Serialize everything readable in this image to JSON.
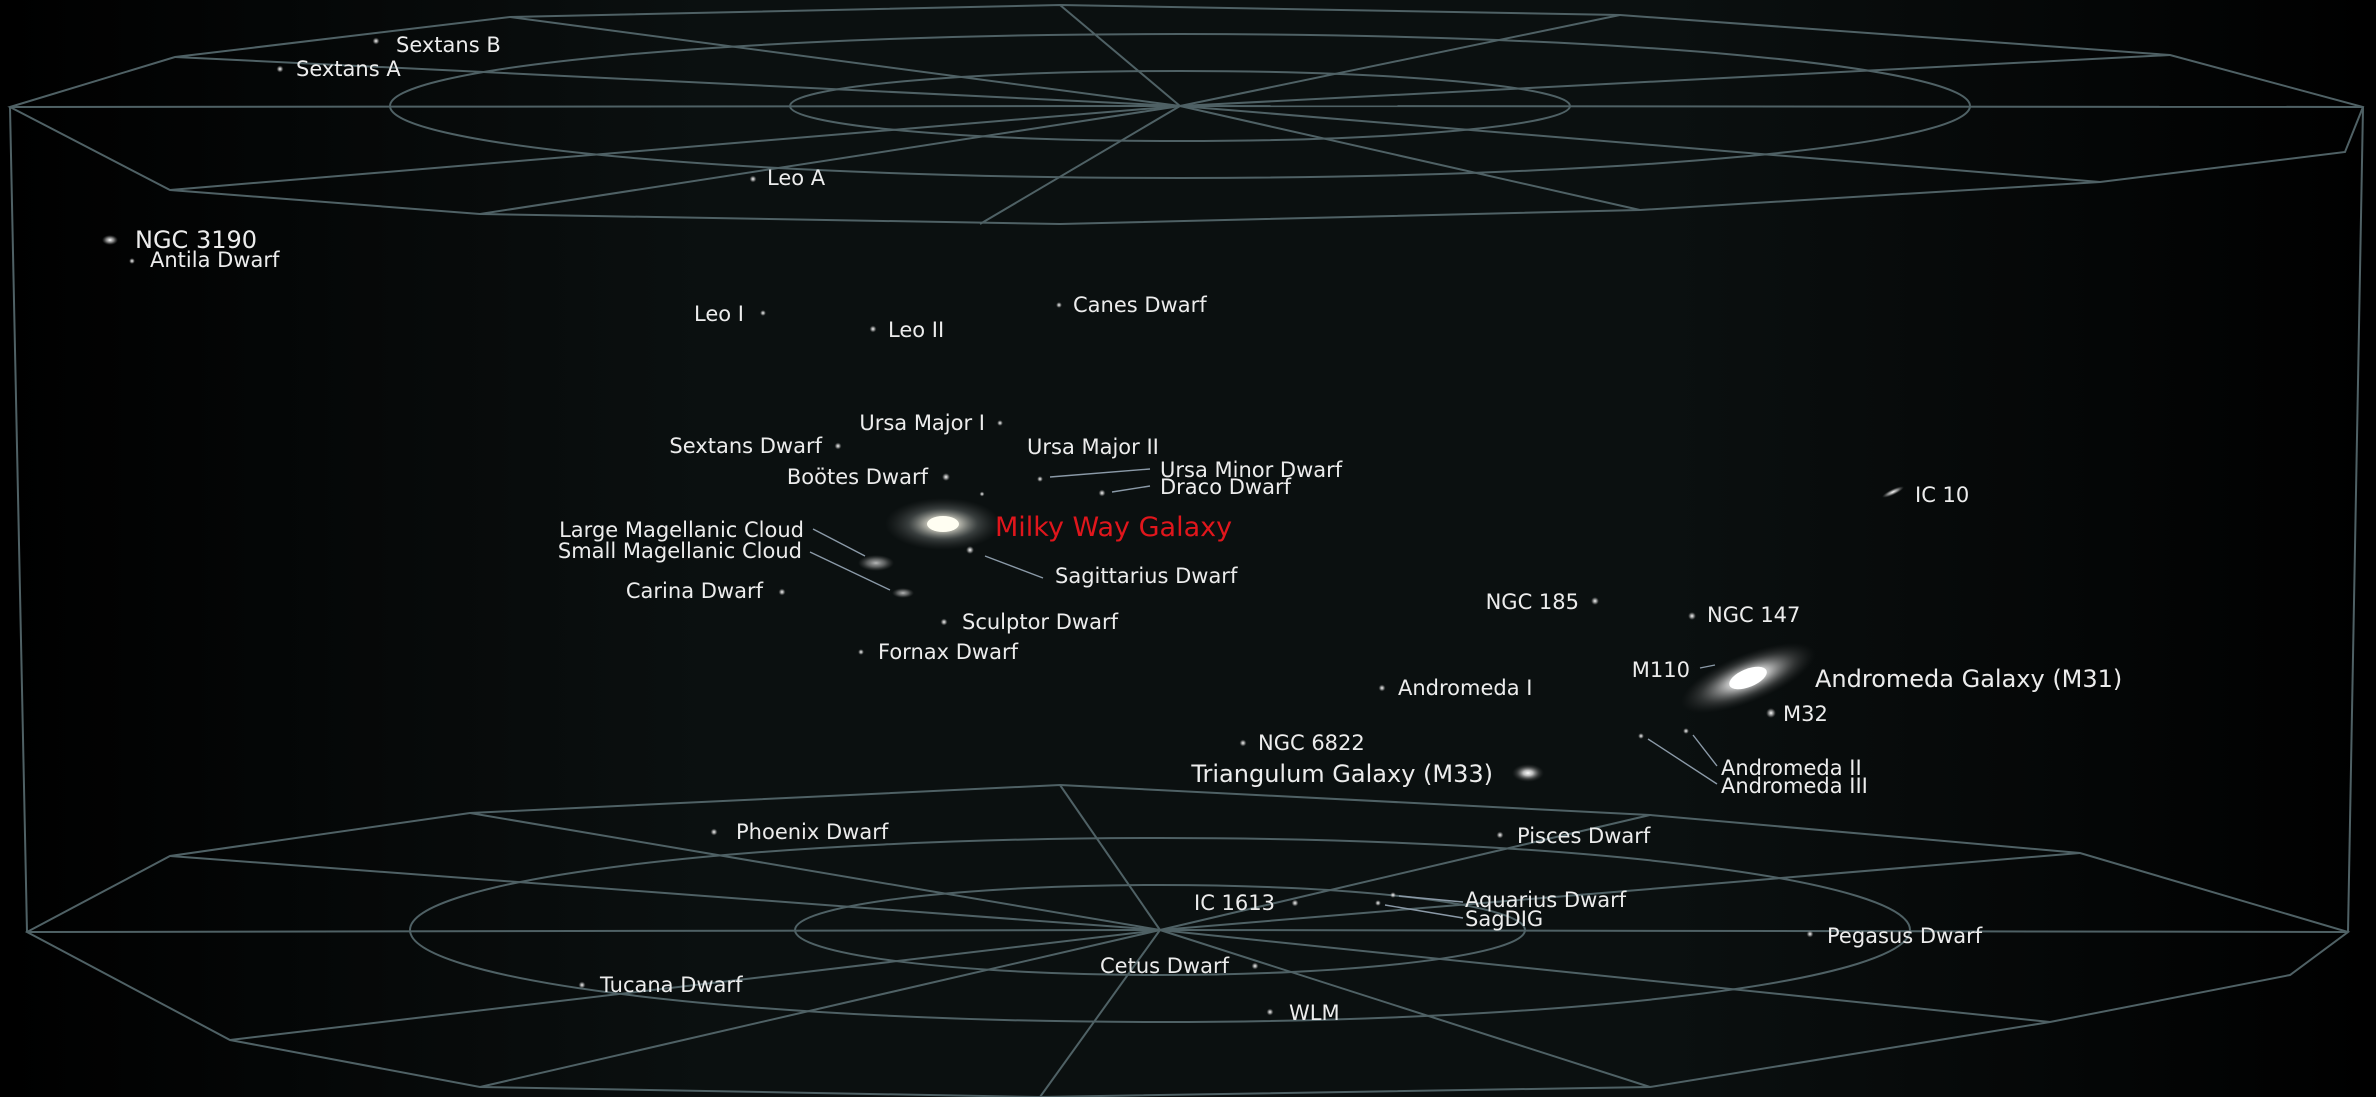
{
  "title": "Milky Way Galaxy",
  "colors": {
    "background": "#070b0b",
    "grid": "#4f6165",
    "label": "#ececec",
    "highlight": "#e0161c"
  },
  "galaxies": [
    {
      "name": "Sextans B"
    },
    {
      "name": "Sextans A"
    },
    {
      "name": "Leo A"
    },
    {
      "name": "NGC 3190"
    },
    {
      "name": "Antila Dwarf"
    },
    {
      "name": "Leo I"
    },
    {
      "name": "Leo II"
    },
    {
      "name": "Canes Dwarf"
    },
    {
      "name": "Ursa Major I"
    },
    {
      "name": "Sextans Dwarf"
    },
    {
      "name": "Ursa Major II"
    },
    {
      "name": "Boötes Dwarf"
    },
    {
      "name": "Ursa Minor Dwarf"
    },
    {
      "name": "Draco Dwarf"
    },
    {
      "name": "Large Magellanic Cloud"
    },
    {
      "name": "Small Magellanic Cloud"
    },
    {
      "name": "Milky Way Galaxy"
    },
    {
      "name": "Sagittarius Dwarf"
    },
    {
      "name": "Carina Dwarf"
    },
    {
      "name": "Sculptor Dwarf"
    },
    {
      "name": "Fornax Dwarf"
    },
    {
      "name": "IC 10"
    },
    {
      "name": "NGC 185"
    },
    {
      "name": "NGC 147"
    },
    {
      "name": "M110"
    },
    {
      "name": "Andromeda Galaxy (M31)"
    },
    {
      "name": "Andromeda I"
    },
    {
      "name": "M32"
    },
    {
      "name": "NGC 6822"
    },
    {
      "name": "Andromeda II"
    },
    {
      "name": "Andromeda III"
    },
    {
      "name": "Triangulum Galaxy (M33)"
    },
    {
      "name": "Phoenix Dwarf"
    },
    {
      "name": "Pisces Dwarf"
    },
    {
      "name": "IC 1613"
    },
    {
      "name": "Aquarius Dwarf"
    },
    {
      "name": "SagDIG"
    },
    {
      "name": "Pegasus Dwarf"
    },
    {
      "name": "Cetus Dwarf"
    },
    {
      "name": "Tucana Dwarf"
    },
    {
      "name": "WLM"
    }
  ]
}
